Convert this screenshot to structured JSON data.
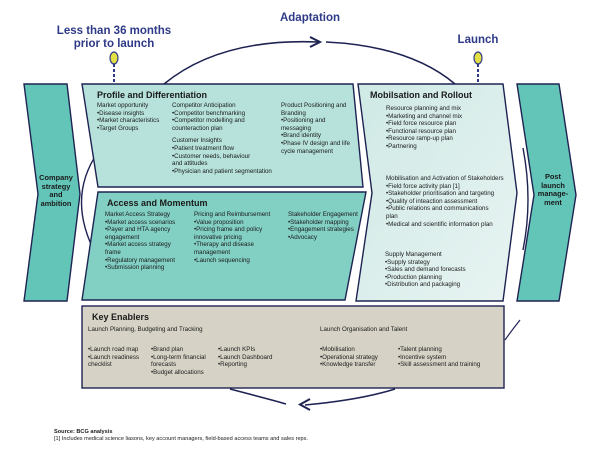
{
  "milestones": {
    "start": "Less than 36 months prior to launch",
    "start_line1": "Less than 36 months",
    "start_line2": "prior to launch",
    "cycle": "Adaptation",
    "launch": "Launch"
  },
  "colors": {
    "teal_dark": "#63c5b8",
    "teal_light": "#b6e2db",
    "teal_pale": "#dcefed",
    "enablers_bg": "#d6d3c6",
    "outline": "#1e2352",
    "milestone_text": "#2e3a87",
    "milestone_marker": "#e3e046"
  },
  "left_chevron": {
    "lines": [
      "Company",
      "strategy",
      "and",
      "ambition"
    ]
  },
  "right_chevron": {
    "lines": [
      "Post",
      "launch",
      "manage-",
      "ment"
    ]
  },
  "profile": {
    "title": "Profile and Differentiation",
    "columns": [
      {
        "groups": [
          {
            "heading": "Market opportunity",
            "items": [
              "•Disease insights",
              "•Market characteristics",
              "•Target Groups"
            ]
          }
        ]
      },
      {
        "groups": [
          {
            "heading": "Competitor Anticipation",
            "items": [
              "•Competitor benchmarking",
              "•Competitor modelling and counteraction plan"
            ]
          },
          {
            "heading": "Customer Insights",
            "items": [
              "•Patient treatment flow",
              "•Customer needs, behaviour and attitudes",
              "•Physician and patient segmentation"
            ]
          }
        ]
      },
      {
        "groups": [
          {
            "heading": "Product Positioning and Branding",
            "items": [
              "•Positioning and messaging",
              "•Brand identity",
              "•Phase IV design and life cycle management"
            ]
          }
        ]
      }
    ]
  },
  "access": {
    "title": "Access and Momentum",
    "columns": [
      {
        "groups": [
          {
            "heading": "Market Access Strategy",
            "items": [
              "•Market access scenarios",
              "•Payer and HTA agency engagement",
              "•Market access strategy frame",
              "•Regulatory management",
              "•Submission planning"
            ]
          }
        ]
      },
      {
        "groups": [
          {
            "heading": "Pricing and Reimbursement",
            "items": [
              "•Value proposition",
              "•Pricing frame and policy innovative pricing",
              "•Therapy and disease management",
              "•Launch sequencing"
            ]
          }
        ]
      },
      {
        "groups": [
          {
            "heading": "Stakeholder Engagement",
            "items": [
              "•Stakeholder mapping",
              "•Engagement strategies",
              "•Advocacy"
            ]
          }
        ]
      }
    ]
  },
  "mobilisation": {
    "title": "Mobilsation and Rollout",
    "groups": [
      {
        "heading": "Resource planning and mix",
        "items": [
          "•Marketing and channel mix",
          "•Field force resource plan",
          "•Functional resource plan",
          "•Resource ramp-up plan",
          "•Partnering"
        ]
      },
      {
        "heading": "Mobilisation and Activation of Stakeholders",
        "items": [
          "•Field force activity plan [1]",
          "•Stakeholder prioritisation and targeting",
          "•Quality of inteaction assessment",
          "•Public relations and communications plan",
          "•Medical and scientific information plan"
        ]
      },
      {
        "heading": "Supply Management",
        "items": [
          "•Supply strategy",
          "•Sales and demand forecasts",
          "•Production planning",
          "•Distribution and packaging"
        ]
      }
    ]
  },
  "enablers": {
    "title": "Key Enablers",
    "left_heading": "Launch Planning, Budgeting and Tracking",
    "right_heading": "Launch Organisation and Talent",
    "left_columns": [
      [
        "•Launch road map",
        "•Launch readiness checklist"
      ],
      [
        "•Brand plan",
        "•Long-term financial forecasts",
        "•Budget allocations"
      ],
      [
        "•Launch KPIs",
        "•Launch Dashboard",
        "•Reporting"
      ]
    ],
    "right_columns": [
      [
        "•Mobilisation",
        "•Operational strategy",
        "•Knowledge transfer"
      ],
      [
        "•Talent planning",
        "•Incentive system",
        "•Skill assessment and training"
      ]
    ]
  },
  "footer": {
    "source": "Source: BCG analysis",
    "note": "[1] Includes medical science liasons, key account managers, field-based access teams and sales reps."
  }
}
